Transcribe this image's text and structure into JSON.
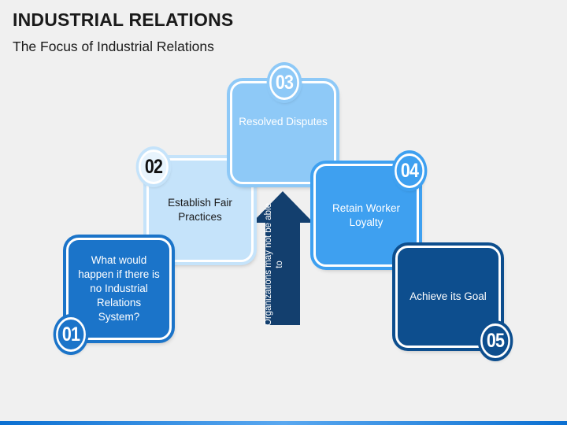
{
  "header": {
    "title": "INDUSTRIAL RELATIONS",
    "subtitle": "The Focus of Industrial Relations"
  },
  "steps": [
    {
      "number": "01",
      "text": "What would happen if there is no Industrial Relations System?",
      "fill": "#1b74c9",
      "ring": "#1b74c9",
      "badge_fill": "#1b74c9",
      "text_color": "#ffffff"
    },
    {
      "number": "02",
      "text": "Establish Fair Practices",
      "fill": "#c5e3fa",
      "ring": "#c5e3fa",
      "badge_fill": "#e8f4fd",
      "text_color": "#1a1a1a"
    },
    {
      "number": "03",
      "text": "Resolved Disputes",
      "fill": "#8ec9f7",
      "ring": "#8ec9f7",
      "badge_fill": "#8ec9f7",
      "text_color": "#ffffff"
    },
    {
      "number": "04",
      "text": "Retain Worker Loyalty",
      "fill": "#3ea0f0",
      "ring": "#3ea0f0",
      "badge_fill": "#3ea0f0",
      "text_color": "#ffffff"
    },
    {
      "number": "05",
      "text": "Achieve its Goal",
      "fill": "#0d4e8e",
      "ring": "#0d4e8e",
      "badge_fill": "#0d4e8e",
      "text_color": "#ffffff"
    }
  ],
  "arrow": {
    "text": "Organizations may not be able to",
    "fill": "#133f6e"
  }
}
